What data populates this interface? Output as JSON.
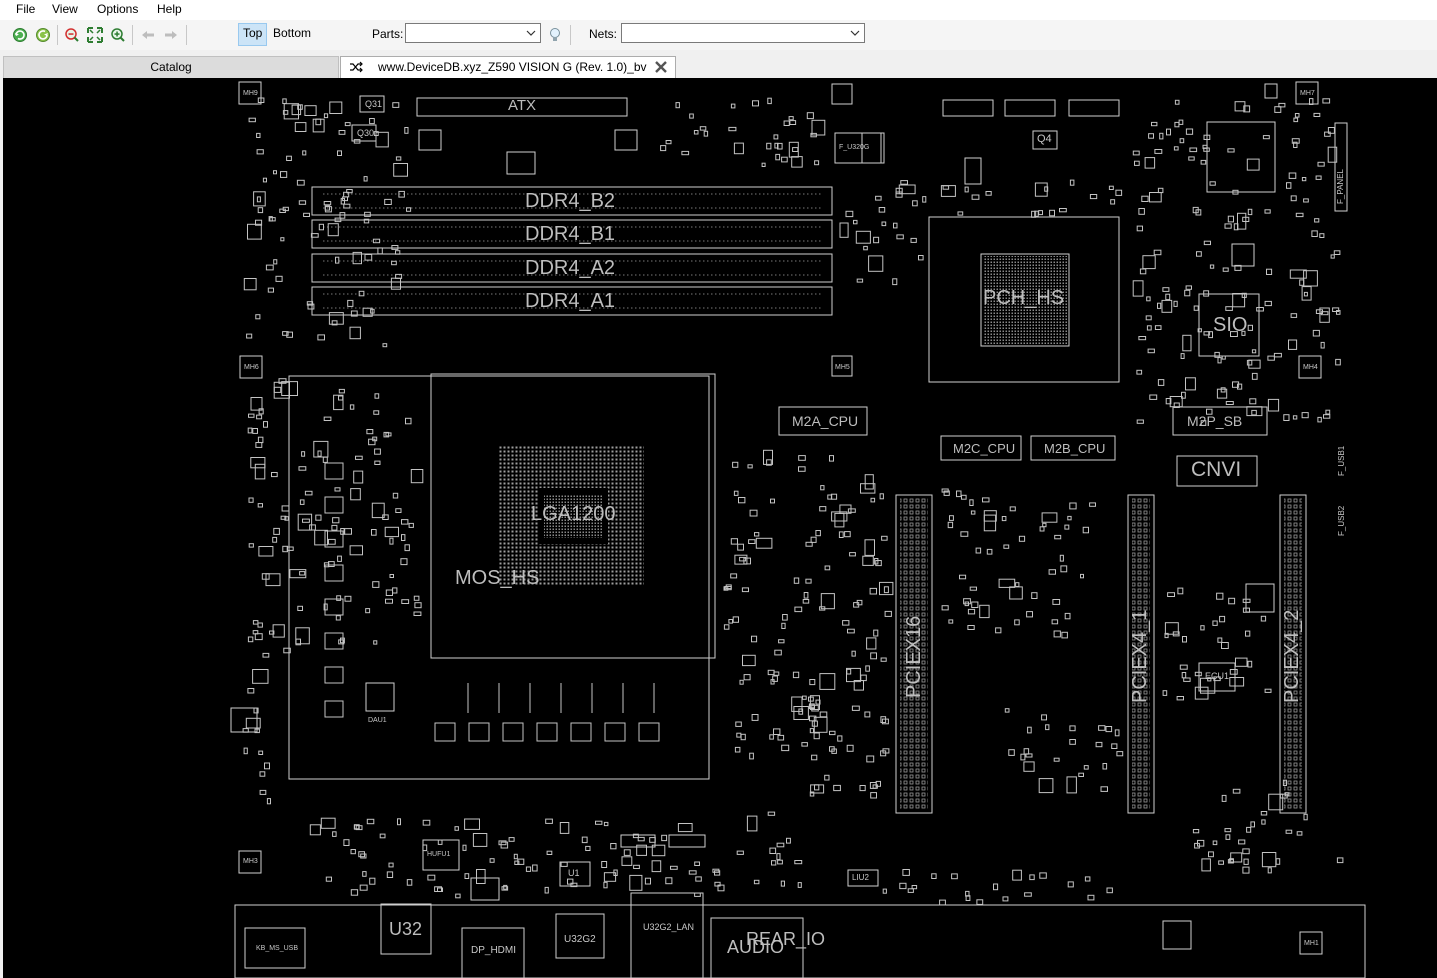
{
  "menu": [
    "File",
    "View",
    "Options",
    "Help"
  ],
  "toolbar": {
    "layer_top": "Top",
    "layer_bottom": "Bottom",
    "parts_label": "Parts:",
    "parts_value": "",
    "nets_label": "Nets:",
    "nets_value": ""
  },
  "tabs": {
    "catalog": "Catalog",
    "board": "www.DeviceDB.xyz_Z590 VISION G (Rev. 1.0)_bv"
  },
  "board": {
    "labels": {
      "atx": "ATX",
      "ddr4_b2": "DDR4_B2",
      "ddr4_b1": "DDR4_B1",
      "ddr4_a2": "DDR4_A2",
      "ddr4_a1": "DDR4_A1",
      "pch": "PCH_HS",
      "sio": "SIO",
      "m2a_cpu": "M2A_CPU",
      "m2p_sb": "M2P_SB",
      "m2c_cpu": "M2C_CPU",
      "m2b_cpu": "M2B_CPU",
      "cnvi": "CNVI",
      "cpu": "LGA1200",
      "mos_hs": "MOS_HS",
      "pciex16": "PCIEX16",
      "pciex4_1": "PCIEX4_1",
      "pciex4_2": "PCIEX4_2",
      "u32": "U32",
      "u32g2": "U32G2",
      "u32g2_lan": "U32G2_LAN",
      "dp_hdmi": "DP_HDMI",
      "audio": "AUDIO",
      "rear_io": "REAR_IO",
      "kb_ms_usb": "KB_MS_USB",
      "q31": "Q31",
      "q30": "Q30",
      "q4": "Q4",
      "ecu1": "ECU1",
      "f_panel": "F_PANEL",
      "f_usb1": "F_USB1",
      "f_usb2": "F_USB2",
      "f_u320g": "F_U320G",
      "hufu1": "HUFU1",
      "dau1": "DAU1",
      "liu2": "LIU2",
      "u1": "U1",
      "mh3": "MH3",
      "mh9": "MH9",
      "mh7": "MH7",
      "mh6": "MH6",
      "mh4": "MH4",
      "mh1": "MH1",
      "mh5": "MH5"
    }
  },
  "colors": {
    "canvas": "#000000",
    "silkscreen": "#bdbdbd",
    "active_layer_bg": "#cce4f7"
  },
  "icons": [
    "refresh-icon",
    "reload-icon",
    "zoom-out-icon",
    "fit-icon",
    "zoom-in-icon",
    "back-icon",
    "forward-icon",
    "bulb-icon",
    "shuffle-icon",
    "close-icon",
    "chevron-down-icon"
  ]
}
